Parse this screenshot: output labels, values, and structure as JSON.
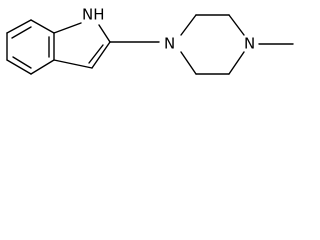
{
  "molecule": {
    "atom_labels": {
      "indole_nh": "NH",
      "pip_n1": "N",
      "pip_n4": "N"
    },
    "colors": {
      "bond": "#000000",
      "text": "#000000",
      "background": "#ffffff"
    }
  }
}
